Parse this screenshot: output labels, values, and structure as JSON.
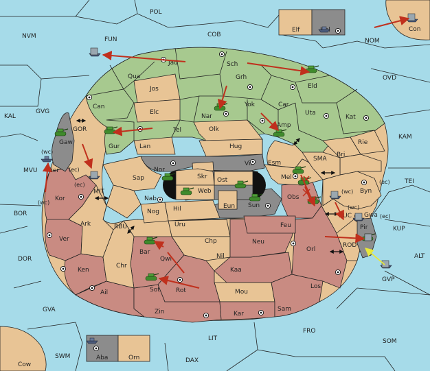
{
  "colors": {
    "sea": "#a6dbe9",
    "tan": "#e8c495",
    "green": "#a7c98f",
    "red": "#c98b82",
    "grey": "#8c8c8c",
    "order_arrow": "#c0301d",
    "support_arrow": "#e8e83a"
  },
  "seas": {
    "POL": "POL",
    "COB": "COB",
    "NVM": "NVM",
    "NOM": "NOM",
    "OVD": "OVD",
    "KAM": "KAM",
    "TEI": "TEI",
    "KAL": "KAL",
    "GVG": "GVG",
    "FUN": "FUN",
    "MVU": "MVU",
    "BOR": "BOR",
    "DOR": "DOR",
    "GVA": "GVA",
    "SWM": "SWM",
    "LIT": "LIT",
    "DAX": "DAX",
    "FRO": "FRO",
    "SOM": "SOM",
    "ALT": "ALT",
    "KUP": "KUP",
    "GOR": "GOR",
    "MIT": "MIT",
    "RBU": "RBU",
    "SMA": "SMA",
    "BUC": "BUC",
    "ROD": "ROD",
    "GVP": "GVP"
  },
  "provinces": {
    "Jad": "Jad",
    "Sch": "Sch",
    "Qua": "Qua",
    "Jos": "Jos",
    "Grh": "Grh",
    "Eld": "Eld",
    "Can": "Can",
    "Elc": "Elc",
    "Nar": "Nar",
    "Yok": "Yok",
    "Car": "Car",
    "Uta": "Uta",
    "Kat": "Kat",
    "Tel": "Tel",
    "Olk": "Olk",
    "Amp": "Amp",
    "Gur": "Gur",
    "Lan": "Lan",
    "Hug": "Hug",
    "Bri": "Bri",
    "Rie": "Rie",
    "Gaw": "Gaw",
    "Nor": "Nor",
    "Skr": "Skr",
    "Ost": "Ost",
    "Vil": "Vil",
    "Esm": "Esm",
    "Web": "Web",
    "Sap": "Sap",
    "Mel": "Mel",
    "Byn": "Byn",
    "Her": "Her",
    "Nab": "Nab",
    "Eun": "Eun",
    "Sun": "Sun",
    "Obs": "Obs",
    "Kor": "Kor",
    "Hil": "Hil",
    "Nog": "Nog",
    "Gwa": "Gwa",
    "Ark": "Ark",
    "Uru": "Uru",
    "Feu": "Feu",
    "Pir": "Pir",
    "Ver": "Ver",
    "Chp": "Chp",
    "Neu": "Neu",
    "Orl": "Orl",
    "Bar": "Bar",
    "Qwi": "Qwi",
    "Nil": "Nil",
    "Ken": "Ken",
    "Chr": "Chr",
    "Kaa": "Kaa",
    "Sot": "Sot",
    "Rot": "Rot",
    "Los": "Los",
    "Ail": "Ail",
    "Mou": "Mou",
    "Zin": "Zin",
    "Kar": "Kar",
    "Sam": "Sam",
    "Elf": "Elf",
    "Hel": "Hel",
    "Con": "Con",
    "Aba": "Aba",
    "Orn": "Orn",
    "Cow": "Cow"
  },
  "coast_labels": {
    "wc_a": "(wc)",
    "ec_a": "(ec)",
    "wc_b": "(wc)",
    "ec_b": "(ec)",
    "wc_c": "(wc)",
    "ec_c": "(ec)",
    "wc_d": "(wc)",
    "ec_d": "(ec)"
  },
  "icons": {
    "supply_center": "supply-center-dot",
    "army": "tank-icon",
    "fleet": "ship-icon",
    "passage": "double-arrow-icon"
  }
}
